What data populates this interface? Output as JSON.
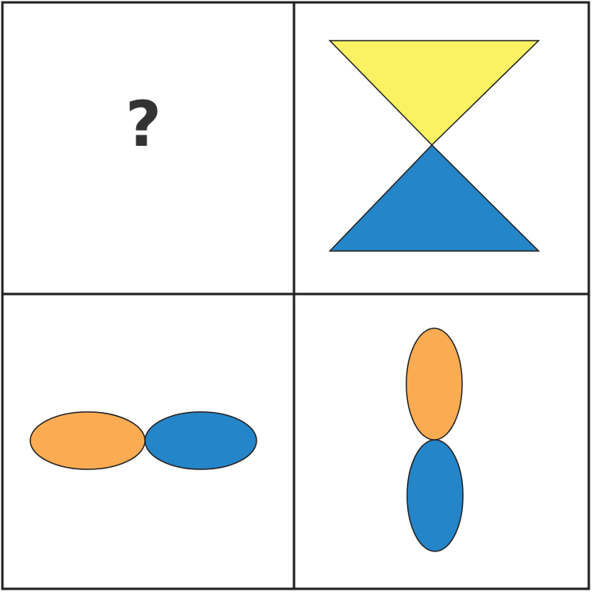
{
  "question": {
    "text": "?"
  },
  "colors": {
    "yellow": "#fbf263",
    "blue": "#2585c9",
    "orange": "#fbac52",
    "border": "#222222",
    "question_mark": "#333333"
  },
  "cells": [
    {
      "position": "top-left",
      "content": "question-mark"
    },
    {
      "position": "top-right",
      "content": "yellow-triangle-on-top-of-blue-triangle"
    },
    {
      "position": "bottom-left",
      "content": "orange-ellipse-left-of-blue-ellipse"
    },
    {
      "position": "bottom-right",
      "content": "orange-ellipse-above-blue-ellipse"
    }
  ]
}
